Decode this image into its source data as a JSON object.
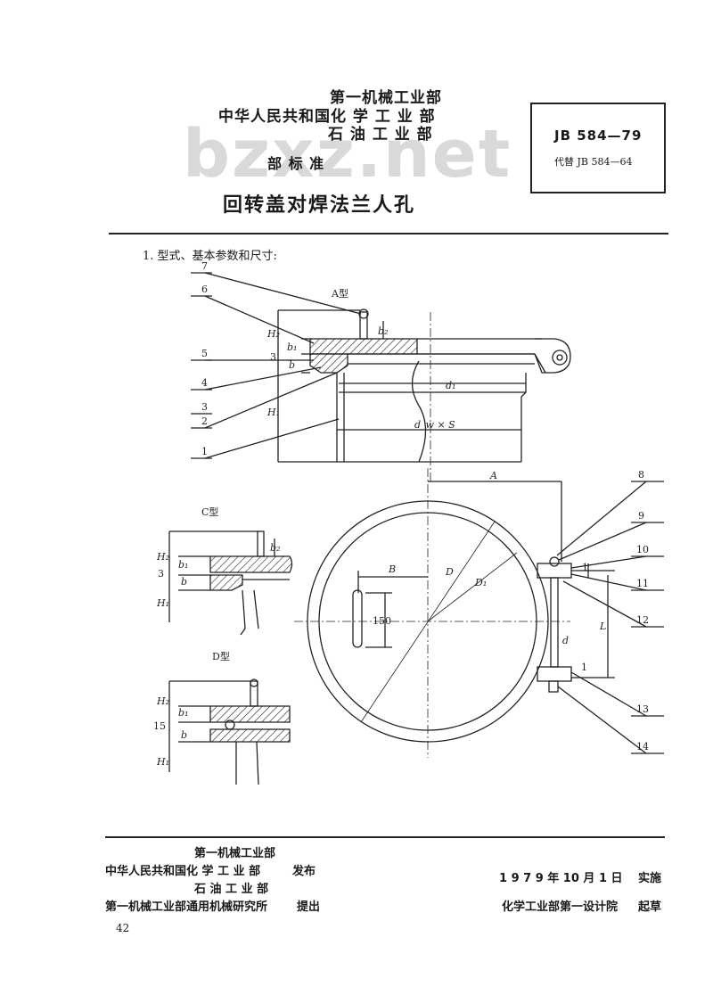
{
  "header": {
    "ministry1": "第一机械工业部",
    "ministry2": "中华人民共和国化 学 工 业 部",
    "ministry3": "石 油 工 业 部",
    "standard_type": "部   标   准",
    "title": "回转盖对焊法兰人孔"
  },
  "watermark": "bzxz.net",
  "standard_box": {
    "number": "JB 584—79",
    "replaces": "代替 JB 584—64"
  },
  "section_heading": "1. 型式、基本参数和尺寸:",
  "drawing": {
    "type_a": "A型",
    "type_c": "C型",
    "type_d": "D型",
    "dims": {
      "H2": "H₂",
      "H1": "H₁",
      "b1": "b₁",
      "b2": "b₂",
      "b": "b",
      "three": "3",
      "fifteen": "15",
      "one": "1",
      "d1": "d₁",
      "dw_s": "d_w × S",
      "A": "A",
      "B": "B",
      "D": "D",
      "D1": "D₁",
      "L": "L",
      "d": "d",
      "one_fifty": "150"
    },
    "part_numbers": [
      "1",
      "2",
      "3",
      "4",
      "5",
      "6",
      "7",
      "8",
      "9",
      "10",
      "11",
      "12",
      "13",
      "14"
    ]
  },
  "footer": {
    "issuer1": "第一机械工业部",
    "issuer2": "中华人民共和国化 学 工 业 部",
    "issuer3": "石 油 工 业 部",
    "publish": "发布",
    "proposer": "第一机械工业部通用机械研究所",
    "propose": "提出",
    "date": "1 9 7 9 年 10 月 1 日",
    "implement": "实施",
    "drafter": "化学工业部第一设计院",
    "draft": "起草"
  },
  "page_number": "42"
}
